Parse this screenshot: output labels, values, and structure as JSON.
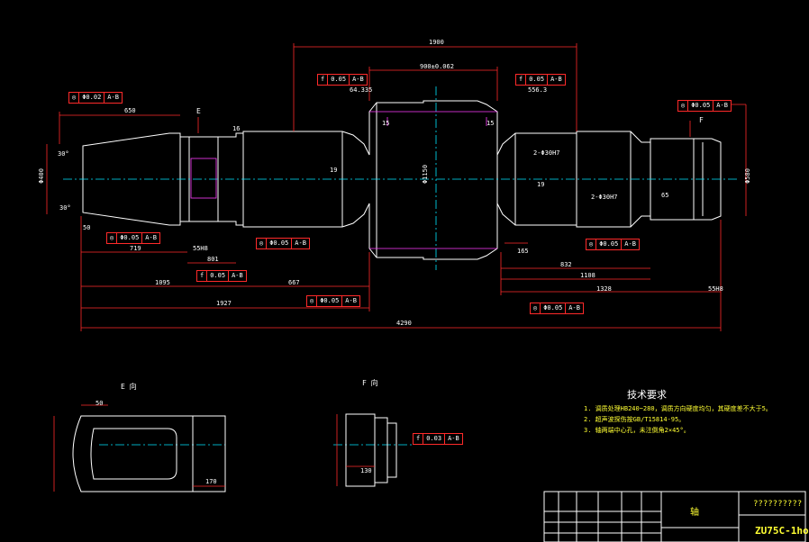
{
  "drawing": {
    "title": "??????????",
    "part_name": "轴",
    "model": "ZU75C-1ho",
    "tech_req_title": "技术要求",
    "tech_req": [
      "1. 调质处理HB240~280，调质方向硬度均匀，其硬度差不大于5。",
      "2. 超声波探伤按GB/T15814-95。",
      "3. 轴两端中心孔，未注倒角2×45°。"
    ],
    "view_e": "E 向",
    "view_f": "F 向",
    "arrow_e": "E",
    "arrow_f": "F"
  },
  "dims": {
    "d1900": "1900",
    "d900": "900±0.062",
    "d650": "650",
    "d4290": "4290",
    "d1927": "1927",
    "d1095": "1095",
    "d667": "667",
    "d719": "719",
    "d801": "801",
    "d832": "832",
    "d1108": "1108",
    "d1328": "1328",
    "d165": "165",
    "d65": "65",
    "d15a": "15",
    "d15b": "15",
    "d19a": "19",
    "d19b": "19",
    "d16": "16",
    "d30a": "30°",
    "d30b": "30°",
    "d50a": "50",
    "d50b": "50",
    "d170": "170",
    "d130": "130",
    "d64": "64.335",
    "d556": "556.3",
    "phi1150": "Φ1150",
    "phi580": "Φ580",
    "phi400": "Φ400",
    "hole1": "2-Φ30H7",
    "hole2": "2-Φ30H7",
    "fit1": "55H8",
    "fit2": "55H8"
  },
  "tolerances": [
    {
      "sym": "◎",
      "val": "Φ0.02",
      "ref": "A-B"
    },
    {
      "sym": "f",
      "val": "0.05",
      "ref": "A-B"
    },
    {
      "sym": "f",
      "val": "0.05",
      "ref": "A-B"
    },
    {
      "sym": "◎",
      "val": "Φ0.05",
      "ref": "A-B"
    },
    {
      "sym": "◎",
      "val": "Φ0.05",
      "ref": "A-B"
    },
    {
      "sym": "◎",
      "val": "Φ0.05",
      "ref": "A-B"
    },
    {
      "sym": "f",
      "val": "0.05",
      "ref": "A-B"
    },
    {
      "sym": "◎",
      "val": "Φ0.05",
      "ref": "A-B"
    },
    {
      "sym": "◎",
      "val": "Φ0.05",
      "ref": "A-B"
    },
    {
      "sym": "◎",
      "val": "Φ0.05",
      "ref": "A-B"
    },
    {
      "sym": "f",
      "val": "0.03",
      "ref": "A-B"
    }
  ],
  "colors": {
    "bg": "#000000",
    "outline": "#ffffff",
    "dimension": "#ff2a2a",
    "center": "#00e5ff",
    "hatch": "#ff3cff",
    "text": "#ffff33"
  }
}
